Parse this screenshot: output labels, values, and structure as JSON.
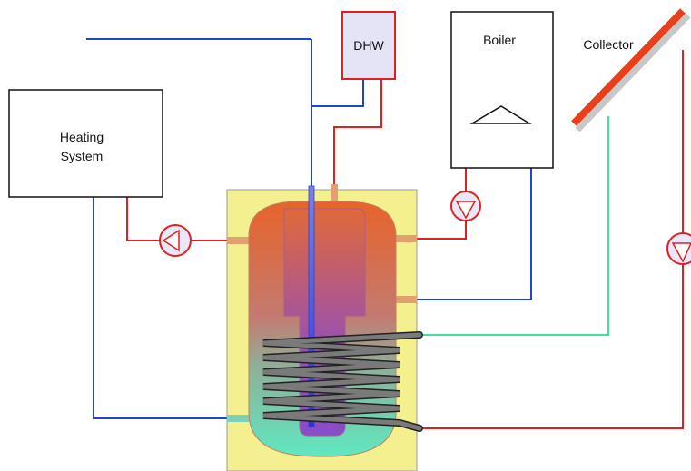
{
  "labels": {
    "heating_line1": "Heating",
    "heating_line2": "System",
    "dhw": "DHW",
    "boiler": "Boiler",
    "collector": "Collector"
  },
  "colors": {
    "cold_pipe": "#2244cc",
    "hot_pipe": "#e02020",
    "solar_supply": "#40e0a0",
    "tank_insulation": "#f4ef8f",
    "tank_hot": "#e8632a",
    "tank_cold": "#5fe8c0",
    "inner_tank_top": "#e0693a",
    "inner_tank_bottom": "#8a4cc0",
    "coil": "#555555",
    "box_fill_dhw": "#e4e4f6",
    "collector_red": "#e8401a",
    "pump_fill": "#e8e8f8"
  },
  "components": [
    "heating-system",
    "dhw-unit",
    "boiler",
    "solar-collector",
    "storage-tank",
    "heating-pump",
    "boiler-pump",
    "solar-pump"
  ]
}
